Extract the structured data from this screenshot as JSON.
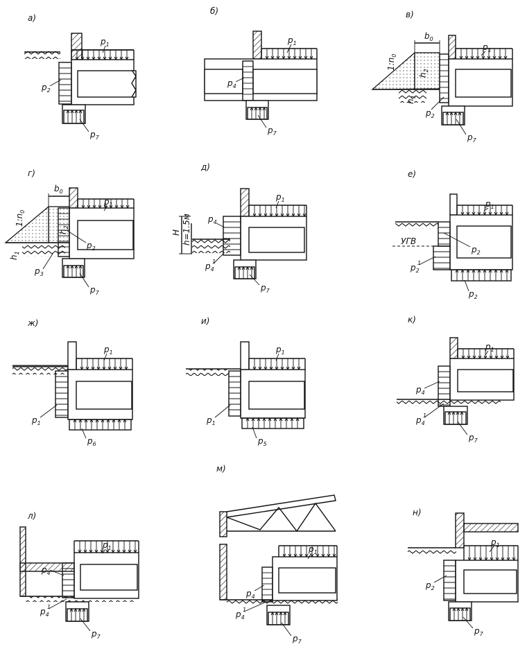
{
  "panels": [
    {
      "id": "a",
      "label": "а)"
    },
    {
      "id": "b",
      "label": "б)"
    },
    {
      "id": "v",
      "label": "в)"
    },
    {
      "id": "g",
      "label": "г)"
    },
    {
      "id": "d",
      "label": "д)"
    },
    {
      "id": "e",
      "label": "е)"
    },
    {
      "id": "zh",
      "label": "ж)"
    },
    {
      "id": "i",
      "label": "и)"
    },
    {
      "id": "k",
      "label": "к)"
    },
    {
      "id": "l",
      "label": "л)"
    },
    {
      "id": "m",
      "label": "м)"
    },
    {
      "id": "n",
      "label": "н)"
    }
  ],
  "loads": {
    "p1": "p",
    "p1_sub": "1",
    "p2": "p",
    "p2_sub": "2",
    "p2p": "p",
    "p2p_sub": "2",
    "p2p_sup": "1",
    "p3": "p",
    "p3_sub": "3",
    "p4": "p",
    "p4_sub": "4",
    "p4p": "p",
    "p4p_sub": "4",
    "p4p_sup": "1",
    "p5": "p",
    "p5_sub": "5",
    "p6": "p",
    "p6_sub": "6",
    "p7": "p",
    "p7_sub": "7"
  },
  "dims": {
    "b0": "b",
    "b0_sub": "0",
    "h1": "h",
    "h1_sub": "1",
    "h2": "h",
    "h2_sub": "2",
    "H": "H",
    "h15": "h=1.5м",
    "slope": "1:n",
    "slope_sub": "0",
    "ugv": "УГВ"
  }
}
